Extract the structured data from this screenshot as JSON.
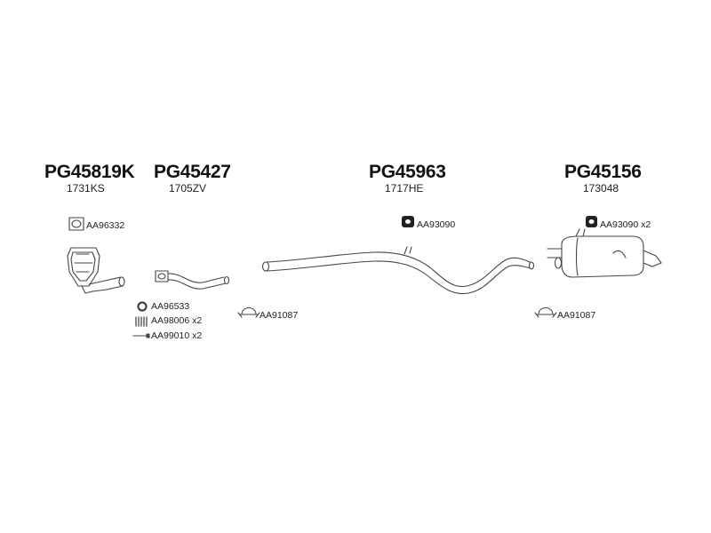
{
  "parts": [
    {
      "code": "PG45819K",
      "oem": "1731KS"
    },
    {
      "code": "PG45427",
      "oem": "1705ZV"
    },
    {
      "code": "PG45963",
      "oem": "1717HE"
    },
    {
      "code": "PG45156",
      "oem": "173048"
    }
  ],
  "accessories": {
    "gasket_cat": "AA96332",
    "ring_gasket": "AA96533",
    "spring": "AA98006 x2",
    "bolt": "AA99010 x2",
    "clamp_left": "AA91087",
    "hanger_mid": "AA93090",
    "hanger_right": "AA93090 x2",
    "clamp_right": "AA91087"
  },
  "colors": {
    "line": "#444444",
    "text": "#111111"
  }
}
